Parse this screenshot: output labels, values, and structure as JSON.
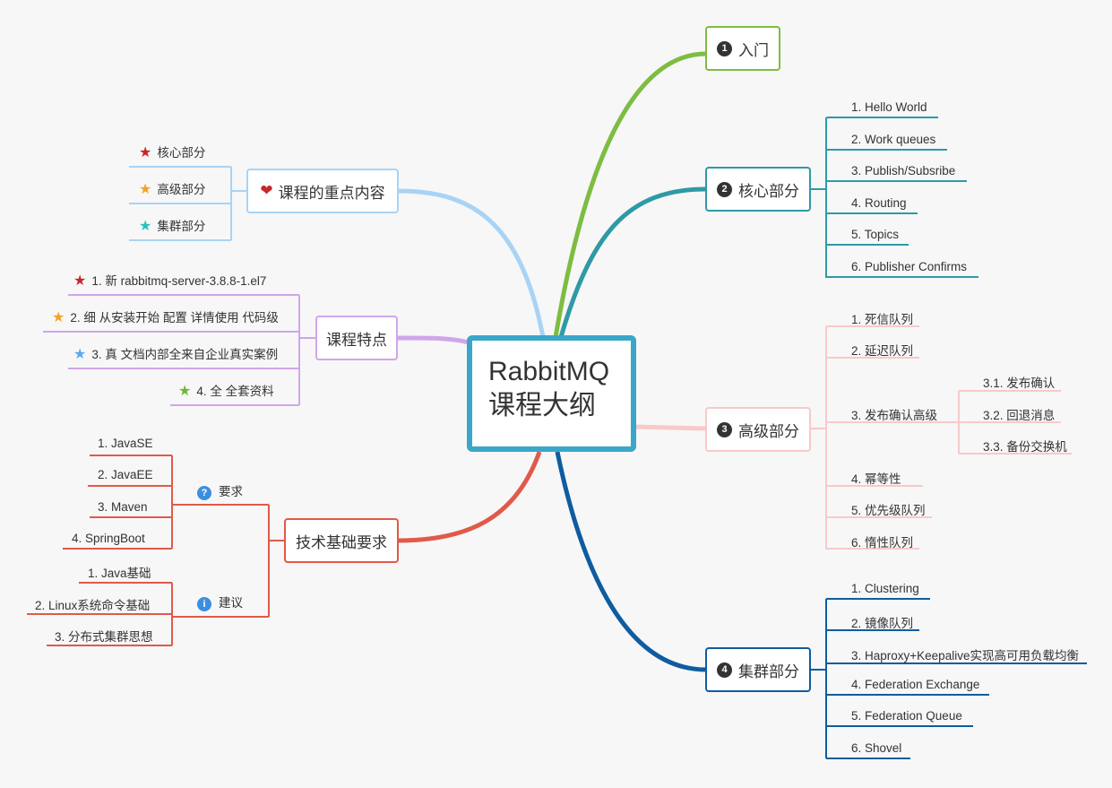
{
  "center": {
    "line1": "RabbitMQ",
    "line2": "课程大纲"
  },
  "right": {
    "b1": {
      "num": "1",
      "label": "入门"
    },
    "b2": {
      "num": "2",
      "label": "核心部分",
      "items": [
        "1. Hello World",
        "2. Work queues",
        "3. Publish/Subsribe",
        "4. Routing",
        "5. Topics",
        "6. Publisher Confirms"
      ]
    },
    "b3": {
      "num": "3",
      "label": "高级部分",
      "items": [
        "1. 死信队列",
        "2. 延迟队列",
        "3. 发布确认高级",
        "4. 幂等性",
        "5. 优先级队列",
        "6. 惰性队列"
      ],
      "sub": [
        "3.1. 发布确认",
        "3.2. 回退消息",
        "3.3. 备份交换机"
      ]
    },
    "b4": {
      "num": "4",
      "label": "集群部分",
      "items": [
        "1. Clustering",
        "2. 镜像队列",
        "3. Haproxy+Keepalive实现高可用负载均衡",
        "4. Federation Exchange",
        "5. Federation Queue",
        "6. Shovel"
      ]
    }
  },
  "left": {
    "focus": {
      "label": "课程的重点内容",
      "items": [
        "核心部分",
        "高级部分",
        "集群部分"
      ]
    },
    "features": {
      "label": "课程特点",
      "items": [
        "1. 新 rabbitmq-server-3.8.8-1.el7",
        "2. 细 从安装开始 配置 详情使用 代码级",
        "3. 真 文档内部全来自企业真实案例",
        "4. 全 全套资料"
      ]
    },
    "tech": {
      "label": "技术基础要求",
      "req": {
        "label": "要求",
        "items": [
          "1. JavaSE",
          "2. JavaEE",
          "3. Maven",
          "4. SpringBoot"
        ]
      },
      "sug": {
        "label": "建议",
        "items": [
          "1. Java基础",
          "2. Linux系统命令基础",
          "3. 分布式集群思想"
        ]
      }
    }
  },
  "colors": {
    "green": "#7dbd42",
    "teal": "#2e9aa6",
    "pink": "#f8c9c9",
    "navy": "#0f5ca0",
    "lightblue": "#a9d3f5",
    "purple": "#cfa6ea",
    "red": "#e05a4a",
    "centerBorder": "#3aa7c9"
  }
}
